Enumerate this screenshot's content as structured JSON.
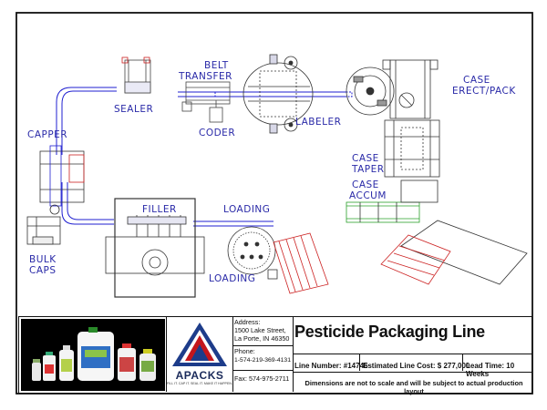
{
  "stations": {
    "belt_transfer": [
      "BELT",
      "TRANSFER"
    ],
    "sealer": "SEALER",
    "coder": "CODER",
    "labeler": "LABELER",
    "case_erect_pack": [
      "CASE",
      "ERECT/PACK"
    ],
    "capper": "CAPPER",
    "case_taper": [
      "CASE",
      "TAPER"
    ],
    "case_accum": [
      "CASE",
      "ACCUM"
    ],
    "filler": "FILLER",
    "loading_top": "LOADING",
    "loading_bottom": "LOADING",
    "bulk_caps": [
      "BULK",
      "CAPS"
    ]
  },
  "title_block": {
    "address_label": "Address:",
    "address_line1": "1500 Lake Street,",
    "address_line2": "La Porte, IN 46350",
    "phone_label": "Phone:",
    "phone": "1-574-219-369-4131",
    "fax": "Fax: 574-975-2711",
    "title": "Pesticide Packaging Line",
    "line_number": "Line Number: #14746",
    "estimated_cost": "Estimated Line Cost:  $ 277,000",
    "lead_time": "Lead Time: 10 Weeks",
    "note": "Dimensions are not to scale and will be subject to actual production layout",
    "logo_text": "APACKS",
    "logo_tagline": "FILL IT. CAP IT. SEAL IT. MAKE IT HAPPEN."
  },
  "colors": {
    "label_blue": "#2a2aa8",
    "conveyor_blue": "#1f1fd0",
    "accent_red": "#cc2222",
    "accent_green": "#2aa02a",
    "logo_red": "#c4161c",
    "logo_blue": "#1d3c8a"
  }
}
